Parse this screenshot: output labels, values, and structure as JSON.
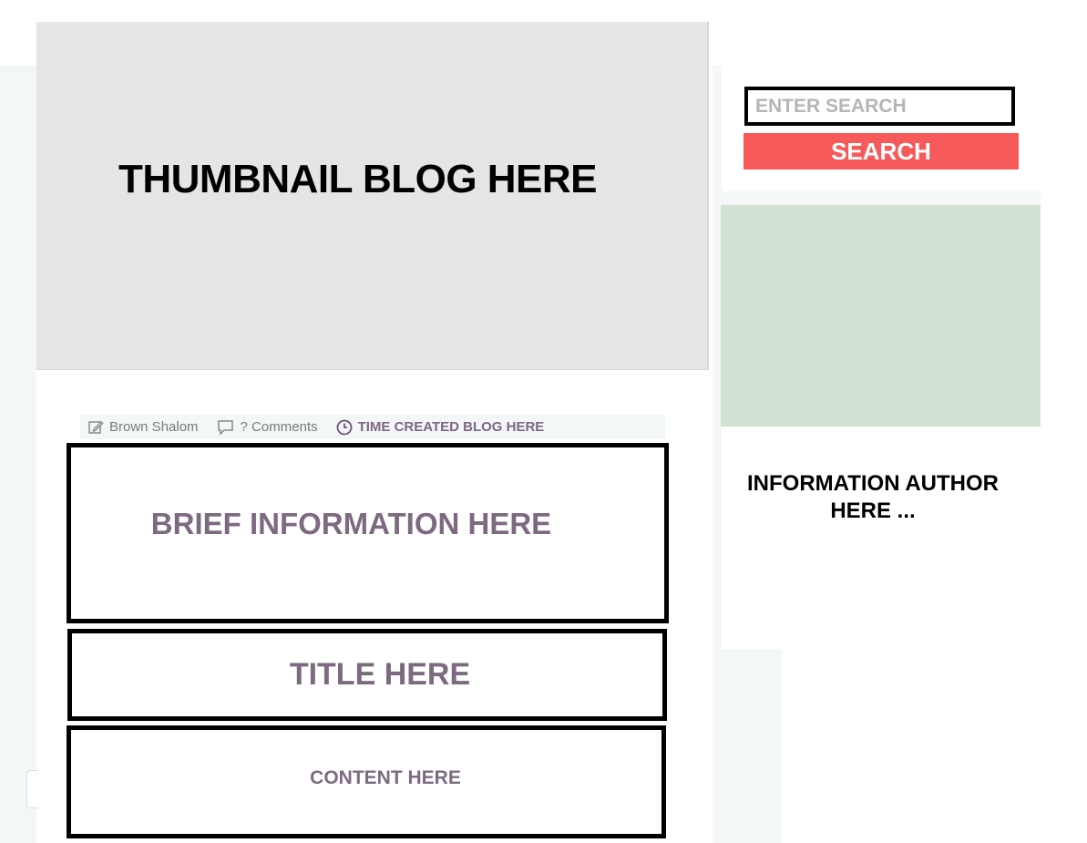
{
  "thumbnail": {
    "label": "THUMBNAIL BLOG HERE"
  },
  "meta": {
    "author": "Brown Shalom",
    "comments": "? Comments",
    "time": "TIME CREATED BLOG HERE"
  },
  "post": {
    "brief": "BRIEF INFORMATION HERE",
    "title": "TITLE HERE",
    "content": "CONTENT HERE"
  },
  "sidebar": {
    "search_placeholder": "ENTER SEARCH",
    "search_button": "SEARCH",
    "author_info": "INFORMATION AUTHOR HERE ..."
  },
  "colors": {
    "accent": "#f65a5b",
    "author_photo_bg": "#d3e1d2",
    "thumbnail_bg": "#e5e5e5",
    "muted_text": "#7d6a80"
  }
}
